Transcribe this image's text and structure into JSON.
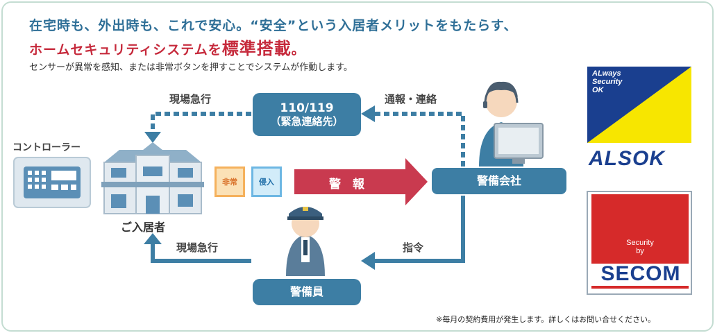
{
  "headline": {
    "line1": "在宅時も、外出時も、これで安心。“安全”という入居者メリットをもたらす、",
    "line2_main": "ホームセキュリティシステムを",
    "line2_em": "標準搭載",
    "line2_end": "。"
  },
  "subtitle": "センサーが異常を感知、または非常ボタンを押すことでシステムが作動します。",
  "diagram": {
    "controller_label": "コントローラー",
    "residence_label": "ご入居者",
    "emergency_line1": "110/119",
    "emergency_line2": "（緊急連絡先）",
    "security_company": "警備会社",
    "guard": "警備員",
    "alarm": "警　報",
    "rush_top": "現場急行",
    "rush_bottom": "現場急行",
    "report": "通報・連絡",
    "instruct": "指令",
    "tag_emergency": "非常",
    "tag_intrusion": "侵入"
  },
  "logos": {
    "alsok_tagline_1": "ALways",
    "alsok_tagline_2": "Security",
    "alsok_tagline_3": "OK",
    "alsok_word": "ALSOK",
    "secom_small_1": "Security",
    "secom_small_2": "by",
    "secom_word": "SECOM"
  },
  "footnote": "※毎月の契約費用が発生します。詳しくはお問い合せください。",
  "colors": {
    "title_blue": "#2f6f97",
    "title_red": "#c62a3c",
    "box_blue": "#3d7ea4",
    "alarm_red": "#c93a4f",
    "alsok_blue": "#1a3f8f",
    "alsok_yellow": "#f7e600",
    "secom_red": "#d62a2a"
  }
}
